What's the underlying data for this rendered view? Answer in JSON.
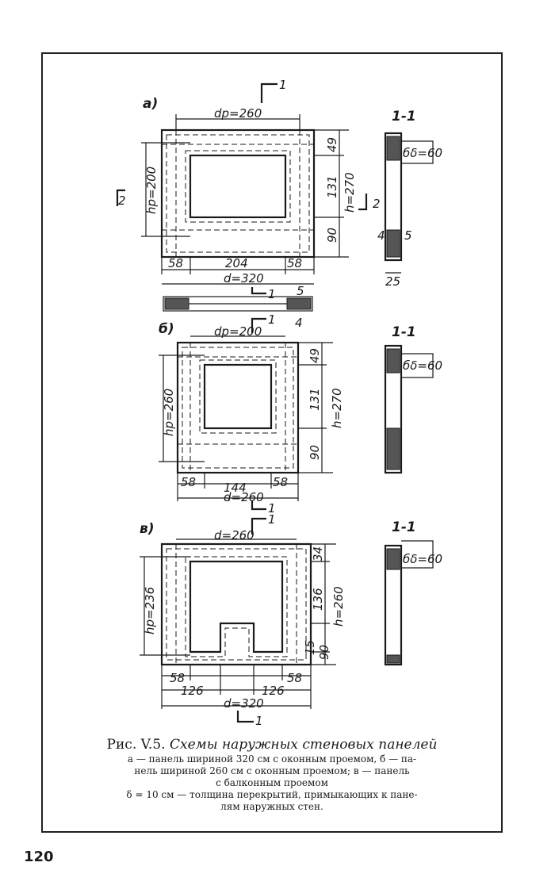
{
  "page_number": "120",
  "caption": {
    "title_prefix": "Рис. V.5.",
    "title_text": "Схемы наружных стеновых панелей",
    "lines": [
      "а — панель шириной 320 см с оконным проемом, б — па-",
      "нель шириной 260 см с оконным проемом; в — панель",
      "с балконным проемом",
      "δ = 10 см — толщина перекрытий, примыкающих к пане-",
      "лям наружных стен."
    ]
  },
  "figure": {
    "panel_a": {
      "label": "а)",
      "width_opening": "dp=260",
      "height_opening": "hp=200",
      "dims_right": [
        "49",
        "131",
        "90",
        "h=270"
      ],
      "dims_bottom": [
        "58",
        "204",
        "58"
      ],
      "total_width": "d=320",
      "markers": [
        "1",
        "2",
        "2",
        "4",
        "5",
        "5",
        "4"
      ],
      "section_label": "1-1",
      "section_dim": "бδ=60",
      "section_thickness": "25"
    },
    "panel_b": {
      "label": "б)",
      "width_opening": "dp=200",
      "height_opening": "hp=260",
      "dims_right": [
        "49",
        "131",
        "90",
        "h=270"
      ],
      "dims_bottom": [
        "58",
        "144",
        "58"
      ],
      "total_width": "d=260",
      "markers": [
        "1",
        "1"
      ],
      "section_label": "1-1",
      "section_dim": "бδ=60"
    },
    "panel_v": {
      "label": "в)",
      "width_top": "d=260",
      "height_opening": "hp=236",
      "dims_right": [
        "34",
        "136",
        "15",
        "90",
        "h=260"
      ],
      "dims_bottom_top": [
        "58",
        "58"
      ],
      "dims_bottom": [
        "126",
        "126"
      ],
      "total_width": "d=320",
      "markers": [
        "1",
        "1"
      ],
      "section_label": "1-1",
      "section_dim": "бδ=60"
    }
  }
}
